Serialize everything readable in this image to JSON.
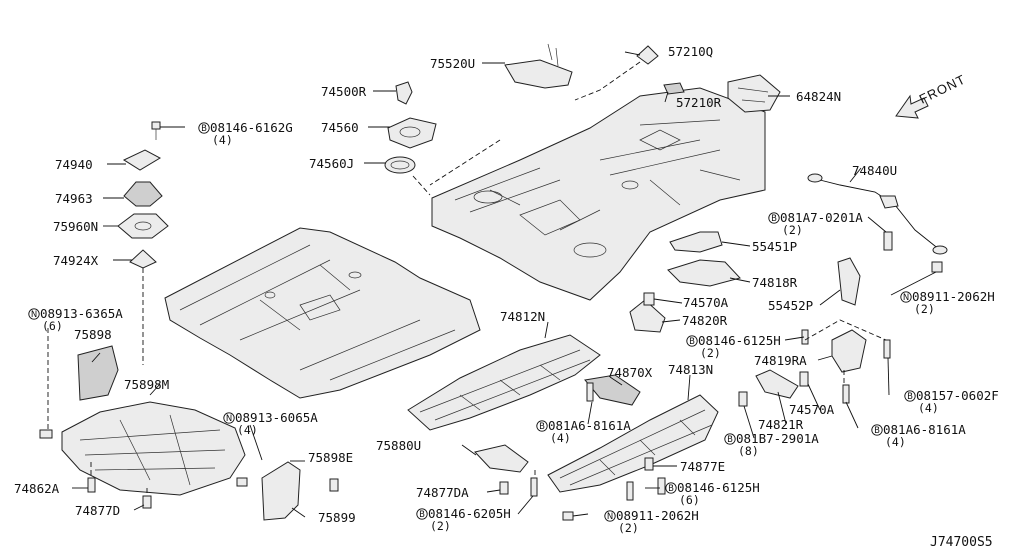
{
  "diagram_code": "J74700S5",
  "front_label": "FRONT",
  "prefixes": {
    "bolt": "B",
    "nut": "N"
  },
  "labels": [
    {
      "id": "75520U",
      "text": "75520U"
    },
    {
      "id": "57210Q",
      "text": "57210Q"
    },
    {
      "id": "64824N",
      "text": "64824N"
    },
    {
      "id": "57210R",
      "text": "57210R"
    },
    {
      "id": "74500R",
      "text": "74500R"
    },
    {
      "id": "74560",
      "text": "74560"
    },
    {
      "id": "74560J",
      "text": "74560J"
    },
    {
      "id": "08146-6162G",
      "text": "08146-6162G",
      "prefix": "B",
      "qty": "(4)"
    },
    {
      "id": "74940",
      "text": "74940"
    },
    {
      "id": "74963",
      "text": "74963"
    },
    {
      "id": "75960N",
      "text": "75960N"
    },
    {
      "id": "74924X",
      "text": "74924X"
    },
    {
      "id": "08913-6365A",
      "text": "08913-6365A",
      "prefix": "N",
      "qty": "(6)"
    },
    {
      "id": "75898",
      "text": "75898"
    },
    {
      "id": "75898M",
      "text": "75898M"
    },
    {
      "id": "74862A",
      "text": "74862A"
    },
    {
      "id": "74877D",
      "text": "74877D"
    },
    {
      "id": "08913-6065A",
      "text": "08913-6065A",
      "prefix": "N",
      "qty": "(4)"
    },
    {
      "id": "75898E",
      "text": "75898E"
    },
    {
      "id": "75899",
      "text": "75899"
    },
    {
      "id": "75880U",
      "text": "75880U"
    },
    {
      "id": "74877DA",
      "text": "74877DA"
    },
    {
      "id": "08146-6205H",
      "text": "08146-6205H",
      "prefix": "B",
      "qty": "(2)"
    },
    {
      "id": "08911-2062H-a",
      "text": "08911-2062H",
      "prefix": "N",
      "qty": "(2)"
    },
    {
      "id": "74812N",
      "text": "74812N"
    },
    {
      "id": "74870X",
      "text": "74870X"
    },
    {
      "id": "081A6-8161A-a",
      "text": "081A6-8161A",
      "prefix": "B",
      "qty": "(4)"
    },
    {
      "id": "74813N",
      "text": "74813N"
    },
    {
      "id": "74877E",
      "text": "74877E"
    },
    {
      "id": "08146-6125H-a",
      "text": "08146-6125H",
      "prefix": "B",
      "qty": "(6)"
    },
    {
      "id": "74840U",
      "text": "74840U"
    },
    {
      "id": "081A7-0201A",
      "text": "081A7-0201A",
      "prefix": "B",
      "qty": "(2)"
    },
    {
      "id": "55451P",
      "text": "55451P"
    },
    {
      "id": "74818R",
      "text": "74818R"
    },
    {
      "id": "55452P",
      "text": "55452P"
    },
    {
      "id": "08911-2062H-b",
      "text": "08911-2062H",
      "prefix": "N",
      "qty": "(2)"
    },
    {
      "id": "74570A-a",
      "text": "74570A"
    },
    {
      "id": "74820R",
      "text": "74820R"
    },
    {
      "id": "08146-6125H-b",
      "text": "08146-6125H",
      "prefix": "B",
      "qty": "(2)"
    },
    {
      "id": "74819RA",
      "text": "74819RA"
    },
    {
      "id": "08157-0602F",
      "text": "08157-0602F",
      "prefix": "B",
      "qty": "(4)"
    },
    {
      "id": "74821R",
      "text": "74821R"
    },
    {
      "id": "74570A-b",
      "text": "74570A"
    },
    {
      "id": "081B7-2901A",
      "text": "081B7-2901A",
      "prefix": "B",
      "qty": "(8)"
    },
    {
      "id": "081A6-8161A-b",
      "text": "081A6-8161A",
      "prefix": "B",
      "qty": "(4)"
    }
  ]
}
